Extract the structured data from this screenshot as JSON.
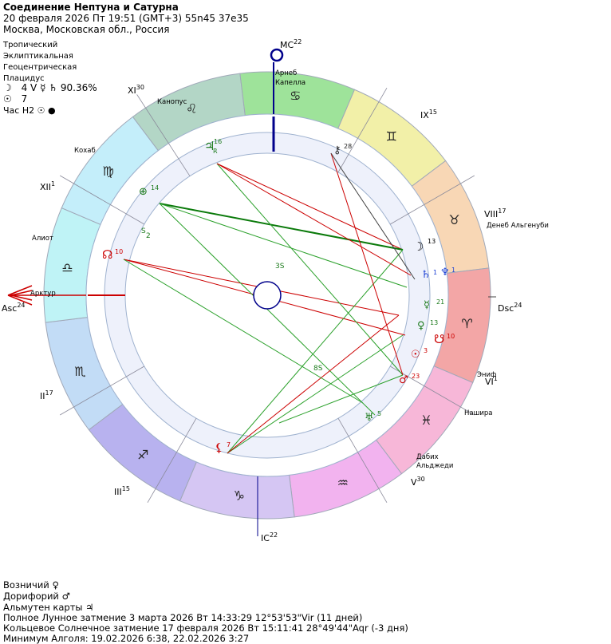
{
  "header": {
    "title": "Соединение Нептуна и Сатурна",
    "datetime": "20 февраля 2026  Пт  19:51 (GMT+3) 55n45  37e35",
    "place": "Москва, Московская обл., Россия"
  },
  "settings": {
    "zodiac": "Тропический",
    "coords": "Эклиптикальная",
    "center": "Геоцентрическая",
    "houses": "Плацидус"
  },
  "moon_phase": {
    "moon_glyph": "☽",
    "day": "4 V",
    "mercury_glyph": "☿",
    "saturn_glyph": "♄",
    "percent": "90.36%"
  },
  "sun_line": {
    "glyph": "☉",
    "value": "7"
  },
  "hour": {
    "label": "Час H2",
    "sun_glyph": "☉",
    "dot": "●"
  },
  "angles": {
    "mc": "MC",
    "mc_deg": "22",
    "ic": "IC",
    "ic_deg": "22",
    "asc": "Asc",
    "asc_deg": "24",
    "dsc": "Dsc",
    "dsc_deg": "24"
  },
  "houses": [
    {
      "label": "XI",
      "deg": "30"
    },
    {
      "label": "IX",
      "deg": "15"
    },
    {
      "label": "XII",
      "deg": "1"
    },
    {
      "label": "VIII",
      "deg": "17"
    },
    {
      "label": "II",
      "deg": "17"
    },
    {
      "label": "VI",
      "deg": "1"
    },
    {
      "label": "III",
      "deg": "15"
    },
    {
      "label": "V",
      "deg": "30"
    }
  ],
  "signs": [
    "♊",
    "♉",
    "♈",
    "♓",
    "♒",
    "♑",
    "♐",
    "♏",
    "♎",
    "♍",
    "♌",
    "♋"
  ],
  "stars": [
    "Арнеб",
    "Капелла",
    "Канопус",
    "Кохаб",
    "Алиот",
    "Арктур",
    "Денеб Альгенуби",
    "Эниф",
    "Нашира",
    "Дабих",
    "Альджеди"
  ],
  "planets": [
    {
      "glyph": "♃",
      "sub": "R",
      "deg": "16"
    },
    {
      "glyph": "⚷",
      "deg": "28"
    },
    {
      "glyph": "⊕",
      "deg": "14"
    },
    {
      "glyph": "☊",
      "deg": "10"
    },
    {
      "glyph": "☽",
      "deg": "13"
    },
    {
      "glyph": "♄",
      "deg": "1"
    },
    {
      "glyph": "♆",
      "deg": "1"
    },
    {
      "glyph": "☿",
      "deg": "21"
    },
    {
      "glyph": "♀",
      "deg": "13"
    },
    {
      "glyph": "☋",
      "deg": "10"
    },
    {
      "glyph": "☉",
      "deg": "3"
    },
    {
      "glyph": "♂",
      "deg": "23"
    },
    {
      "glyph": "♅",
      "deg": "5"
    },
    {
      "glyph": "⚸",
      "deg": "7"
    }
  ],
  "aspect_labels": [
    "S",
    "2",
    "3S",
    "8S"
  ],
  "footer": {
    "ruler_label": "Возничий",
    "ruler_glyph": "♀",
    "doryphory_label": "Дорифорий",
    "doryphory_glyph": "♂",
    "almuten_label": "Альмутен карты",
    "almuten_glyph": "♃",
    "lunar_eclipse": "Полное Лунное затмение 3 марта 2026 Вт 14:33:29 12°53'53\"Vir (11 дней)",
    "solar_eclipse": "Кольцевое Солнечное затмение 17 февраля 2026 Вт 15:11:41 28°49'44\"Aqr (-3 дня)",
    "algol": "Минимум Алголя: 19.02.2026  6:38,  22.02.2026  3:27"
  }
}
